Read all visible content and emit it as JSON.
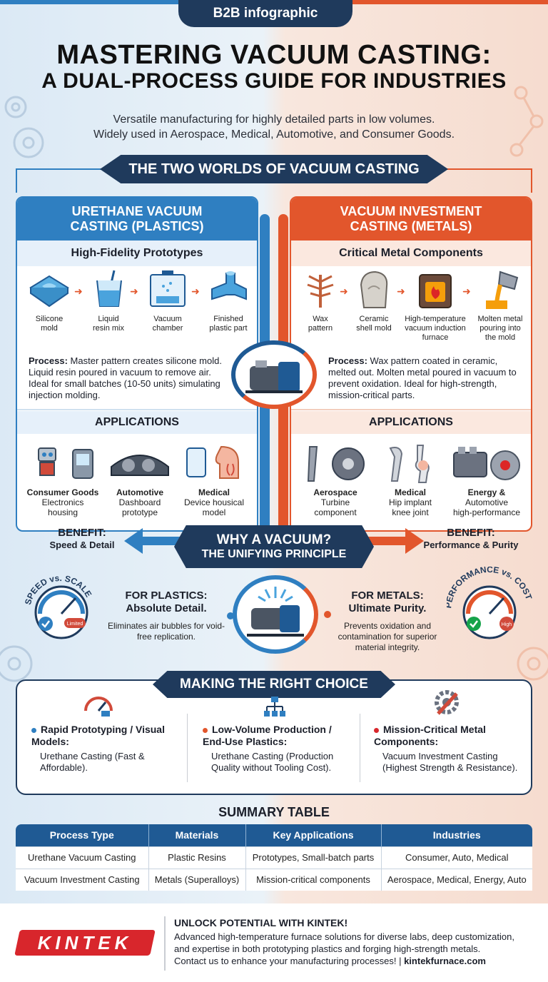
{
  "tag": "B2B infographic",
  "title_line1": "MASTERING VACUUM CASTING:",
  "title_line2": "A DUAL-PROCESS GUIDE FOR INDUSTRIES",
  "subtitle_line1": "Versatile manufacturing for highly detailed parts in low volumes.",
  "subtitle_line2": "Widely used in Aerospace, Medical, Automotive, and Consumer Goods.",
  "two_worlds": "THE TWO WORLDS OF VACUUM CASTING",
  "colors": {
    "navy": "#1f3a5c",
    "blue": "#2f7fc1",
    "orange": "#e2562c"
  },
  "left": {
    "head1": "URETHANE VACUUM",
    "head2": "CASTING (PLASTICS)",
    "sub": "High-Fidelity Prototypes",
    "steps": [
      {
        "l1": "Silicone",
        "l2": "mold",
        "l3": "",
        "icon": "silicone-mold-icon"
      },
      {
        "l1": "Liquid",
        "l2": "resin mix",
        "l3": "",
        "icon": "resin-beaker-icon"
      },
      {
        "l1": "Vacuum",
        "l2": "chamber",
        "l3": "",
        "icon": "vacuum-chamber-icon"
      },
      {
        "l1": "Finished",
        "l2": "plastic part",
        "l3": "",
        "icon": "plastic-part-icon"
      }
    ],
    "process_label": "Process:",
    "process_text": "Master pattern creates silicone mold. Liquid resin poured in vacuum to remove air. Ideal for small batches (10-50 units) simulating injection molding.",
    "apps_title": "APPLICATIONS",
    "apps": [
      {
        "h": "Consumer Goods",
        "l1": "Electronics",
        "l2": "housing",
        "icon": "robot-device-icon"
      },
      {
        "h": "Automotive",
        "l1": "Dashboard",
        "l2": "prototype",
        "icon": "dashboard-icon"
      },
      {
        "h": "Medical",
        "l1": "Device housical",
        "l2": "model",
        "icon": "medical-device-icon"
      }
    ],
    "benefit_h": "BENEFIT:",
    "benefit_t": "Speed & Detail"
  },
  "right": {
    "head1": "VACUUM INVESTMENT",
    "head2": "CASTING (METALS)",
    "sub": "Critical Metal Components",
    "steps": [
      {
        "l1": "Wax",
        "l2": "pattern",
        "l3": "",
        "icon": "wax-tree-icon"
      },
      {
        "l1": "Ceramic",
        "l2": "shell mold",
        "l3": "",
        "icon": "ceramic-shell-icon"
      },
      {
        "l1": "High-temperature",
        "l2": "vacuum induction",
        "l3": "furnace",
        "icon": "furnace-icon"
      },
      {
        "l1": "Molten metal",
        "l2": "pouring into",
        "l3": "the mold",
        "icon": "ladle-icon"
      }
    ],
    "process_label": "Process:",
    "process_text": "Wax pattern coated in ceramic, melted out. Molten metal poured in vacuum to prevent oxidation. Ideal for high-strength, mission-critical parts.",
    "apps_title": "APPLICATIONS",
    "apps": [
      {
        "h": "Aerospace",
        "l1": "Turbine",
        "l2": "component",
        "icon": "turbine-icon"
      },
      {
        "h": "Medical",
        "l1": "Hip implant",
        "l2": "knee joint",
        "icon": "implant-icon"
      },
      {
        "h": "Energy &",
        "l1": "Automotive",
        "l2": "high-performance",
        "icon": "engine-icon"
      }
    ],
    "benefit_h": "BENEFIT:",
    "benefit_t": "Performance & Purity"
  },
  "why_line1": "WHY A VACUUM?",
  "why_line2": "THE UNIFYING PRINCIPLE",
  "gauge_left": {
    "title": "SPEED vs. SCALE",
    "label": "Limited"
  },
  "gauge_right": {
    "title": "PERFORMANCE vs. COST",
    "label": "High"
  },
  "for_plastics": {
    "h1": "FOR PLASTICS:",
    "h2": "Absolute Detail.",
    "d": "Eliminates air bubbles for void-free replication."
  },
  "for_metals": {
    "h1": "FOR METALS:",
    "h2": "Ultimate Purity.",
    "d": "Prevents oxidation and contamination for superior material integrity."
  },
  "choice_title": "MAKING THE RIGHT CHOICE",
  "choices": [
    {
      "h": "Rapid Prototyping / Visual Models:",
      "d": "Urethane Casting (Fast & Affordable).",
      "color": "#2f7fc1",
      "icon": "speedometer-icon"
    },
    {
      "h": "Low-Volume Production / End-Use Plastics:",
      "d": "Urethane Casting (Production Quality without Tooling Cost).",
      "color": "#e2562c",
      "icon": "hierarchy-icon"
    },
    {
      "h": "Mission-Critical Metal Components:",
      "d": "Vacuum Investment Casting (Highest Strength & Resistance).",
      "color": "#d8262c",
      "icon": "gear-wrench-icon"
    }
  ],
  "summary_title": "SUMMARY TABLE",
  "table": {
    "headers": [
      "Process Type",
      "Materials",
      "Key Applications",
      "Industries"
    ],
    "rows": [
      [
        "Urethane Vacuum Casting",
        "Plastic Resins",
        "Prototypes, Small-batch parts",
        "Consumer, Auto, Medical"
      ],
      [
        "Vacuum Investment Casting",
        "Metals (Superalloys)",
        "Mission-critical components",
        "Aerospace, Medical, Energy, Auto"
      ]
    ]
  },
  "footer": {
    "logo": "KINTEK",
    "head": "UNLOCK POTENTIAL WITH KINTEK!",
    "line1": "Advanced high-temperature furnace solutions for diverse labs, deep customization,",
    "line2": "and expertise in both prototyping plastics and forging high-strength metals.",
    "line3": "Contact us to enhance your manufacturing processes! |",
    "link": "kintekfurnace.com"
  }
}
